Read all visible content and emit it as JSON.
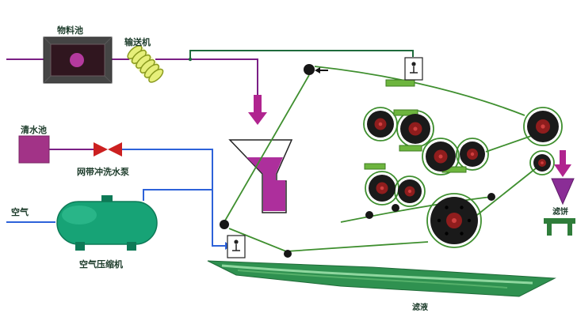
{
  "labels": {
    "material_pool": "物料池",
    "conveyor": "输送机",
    "clean_water_pool": "清水池",
    "belt_wash_pump": "网带冲洗水泵",
    "air": "空气",
    "air_compressor": "空气压缩机",
    "filter_cake": "滤饼",
    "filtrate": "滤液"
  },
  "colors": {
    "slurry_line": "#7a1f85",
    "water_line": "#2d62d9",
    "dark_pipe": "#1e6b3c",
    "belt": "#3f8f2f",
    "magenta": "#b0248f",
    "tank_green": "#17a376",
    "valve_red": "#cc2020",
    "basin_green": "#2f9150",
    "pool_magenta": "#a23387",
    "roller": "#1a1a1a",
    "hub": "#8f1d1d",
    "label_color": "#1c3b2a"
  }
}
